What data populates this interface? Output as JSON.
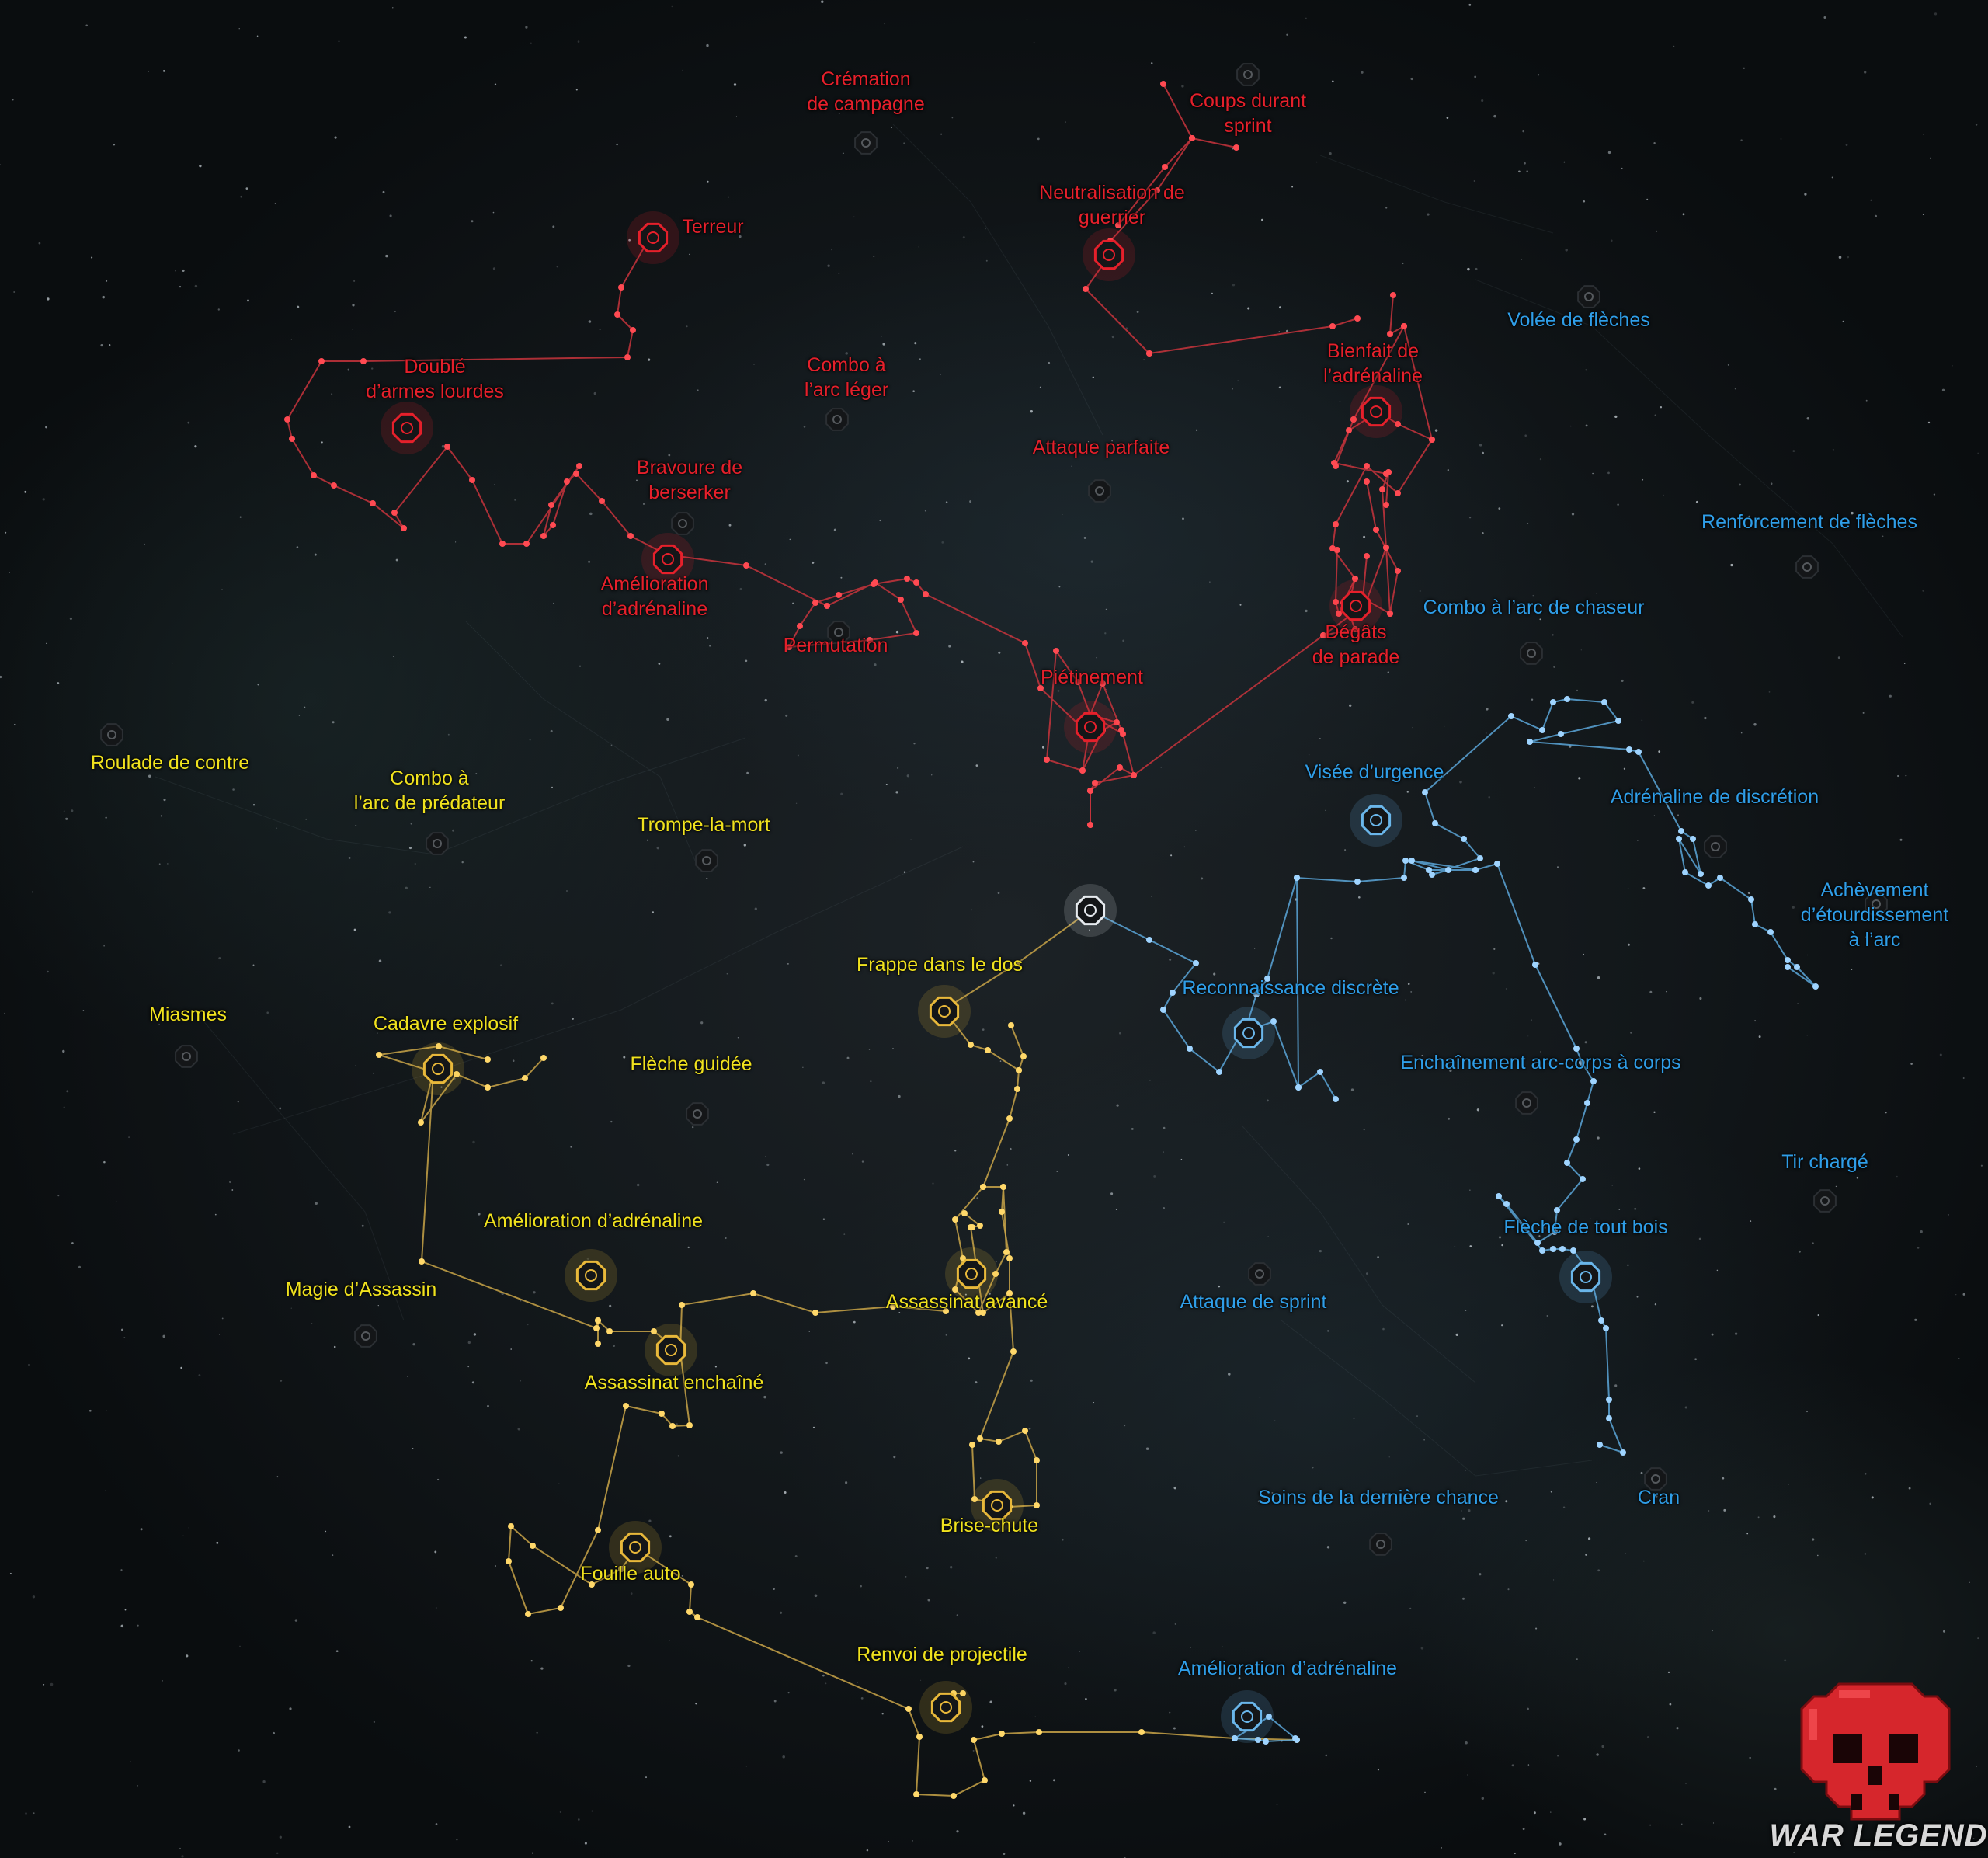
{
  "tree": {
    "start_node": "start-node",
    "labels": [
      {
        "id": "cremation",
        "color": "red",
        "lines": [
          "Crémation",
          "de campagne"
        ]
      },
      {
        "id": "coups-sprint",
        "color": "red",
        "lines": [
          "Coups durant",
          "sprint"
        ]
      },
      {
        "id": "terreur",
        "color": "red",
        "lines": [
          "Terreur"
        ]
      },
      {
        "id": "neutralisation",
        "color": "red",
        "lines": [
          "Neutralisation de",
          "guerrier"
        ]
      },
      {
        "id": "double-armes",
        "color": "red",
        "lines": [
          "Doublé",
          "d’armes lourdes"
        ]
      },
      {
        "id": "combo-arc-leger",
        "color": "red",
        "lines": [
          "Combo à",
          "l’arc léger"
        ]
      },
      {
        "id": "bienfait",
        "color": "red",
        "lines": [
          "Bienfait de",
          "l’adrénaline"
        ]
      },
      {
        "id": "attaque-parfaite",
        "color": "red",
        "lines": [
          "Attaque parfaite"
        ]
      },
      {
        "id": "bravoure",
        "color": "red",
        "lines": [
          "Bravoure de",
          "berserker"
        ]
      },
      {
        "id": "amelioration-red",
        "color": "red",
        "lines": [
          "Amélioration",
          "d’adrénaline"
        ]
      },
      {
        "id": "permutation",
        "color": "red",
        "lines": [
          "Permutation"
        ]
      },
      {
        "id": "degats-parade",
        "color": "red",
        "lines": [
          "Dégâts",
          "de parade"
        ]
      },
      {
        "id": "pietinement",
        "color": "red",
        "lines": [
          "Piétinement"
        ]
      },
      {
        "id": "volee",
        "color": "blue",
        "lines": [
          "Volée de flèches"
        ]
      },
      {
        "id": "renforcement",
        "color": "blue",
        "lines": [
          "Renforcement de flèches"
        ]
      },
      {
        "id": "combo-chaseur",
        "color": "blue",
        "lines": [
          "Combo à l’arc de chaseur"
        ]
      },
      {
        "id": "visee",
        "color": "blue",
        "lines": [
          "Visée d’urgence"
        ]
      },
      {
        "id": "adrenaline-discretion",
        "color": "blue",
        "lines": [
          "Adrénaline de discrétion"
        ]
      },
      {
        "id": "achevement",
        "color": "blue",
        "lines": [
          "Achèvement",
          "d’étourdissement",
          "à l’arc"
        ]
      },
      {
        "id": "reconnaissance",
        "color": "blue",
        "lines": [
          "Reconnaissance discrète"
        ]
      },
      {
        "id": "enchainement",
        "color": "blue",
        "lines": [
          "Enchaînement arc-corps à corps"
        ]
      },
      {
        "id": "tir-charge",
        "color": "blue",
        "lines": [
          "Tir chargé"
        ]
      },
      {
        "id": "fleche-tout-bois",
        "color": "blue",
        "lines": [
          "Flèche de tout bois"
        ]
      },
      {
        "id": "attaque-sprint",
        "color": "blue",
        "lines": [
          "Attaque de sprint"
        ]
      },
      {
        "id": "soins",
        "color": "blue",
        "lines": [
          "Soins de la dernière chance"
        ]
      },
      {
        "id": "cran",
        "color": "blue",
        "lines": [
          "Cran"
        ]
      },
      {
        "id": "amelioration-blue",
        "color": "blue",
        "lines": [
          "Amélioration d’adrénaline"
        ]
      },
      {
        "id": "roulade",
        "color": "yellow",
        "lines": [
          "Roulade de contre"
        ]
      },
      {
        "id": "combo-predateur",
        "color": "yellow",
        "lines": [
          "Combo à",
          "l’arc de prédateur"
        ]
      },
      {
        "id": "trompe-mort",
        "color": "yellow",
        "lines": [
          "Trompe-la-mort"
        ]
      },
      {
        "id": "frappe-dos",
        "color": "yellow",
        "lines": [
          "Frappe dans le dos"
        ]
      },
      {
        "id": "miasmes",
        "color": "yellow",
        "lines": [
          "Miasmes"
        ]
      },
      {
        "id": "cadavre",
        "color": "yellow",
        "lines": [
          "Cadavre explosif"
        ]
      },
      {
        "id": "fleche-guidee",
        "color": "yellow",
        "lines": [
          "Flèche guidée"
        ]
      },
      {
        "id": "amelioration-yellow",
        "color": "yellow",
        "lines": [
          "Amélioration d’adrénaline"
        ]
      },
      {
        "id": "magie-assassin",
        "color": "yellow",
        "lines": [
          "Magie d’Assassin"
        ]
      },
      {
        "id": "assassinat-avance",
        "color": "yellow",
        "lines": [
          "Assassinat avancé"
        ]
      },
      {
        "id": "assassinat-enchaine",
        "color": "yellow",
        "lines": [
          "Assassinat enchaîné"
        ]
      },
      {
        "id": "brise-chute",
        "color": "yellow",
        "lines": [
          "Brise-chute"
        ]
      },
      {
        "id": "fouille-auto",
        "color": "yellow",
        "lines": [
          "Fouille auto"
        ]
      },
      {
        "id": "renvoi",
        "color": "yellow",
        "lines": [
          "Renvoi de projectile"
        ]
      }
    ]
  },
  "colors": {
    "red": "#e5202b",
    "yellow": "#f0e21e",
    "blue": "#2f9ee8",
    "red_line": "#c8343c",
    "yellow_line": "#c9a548",
    "blue_line": "#5aa6d8",
    "locked_node": "#1b1d1f"
  },
  "watermark": {
    "text": "WAR LEGEND"
  }
}
